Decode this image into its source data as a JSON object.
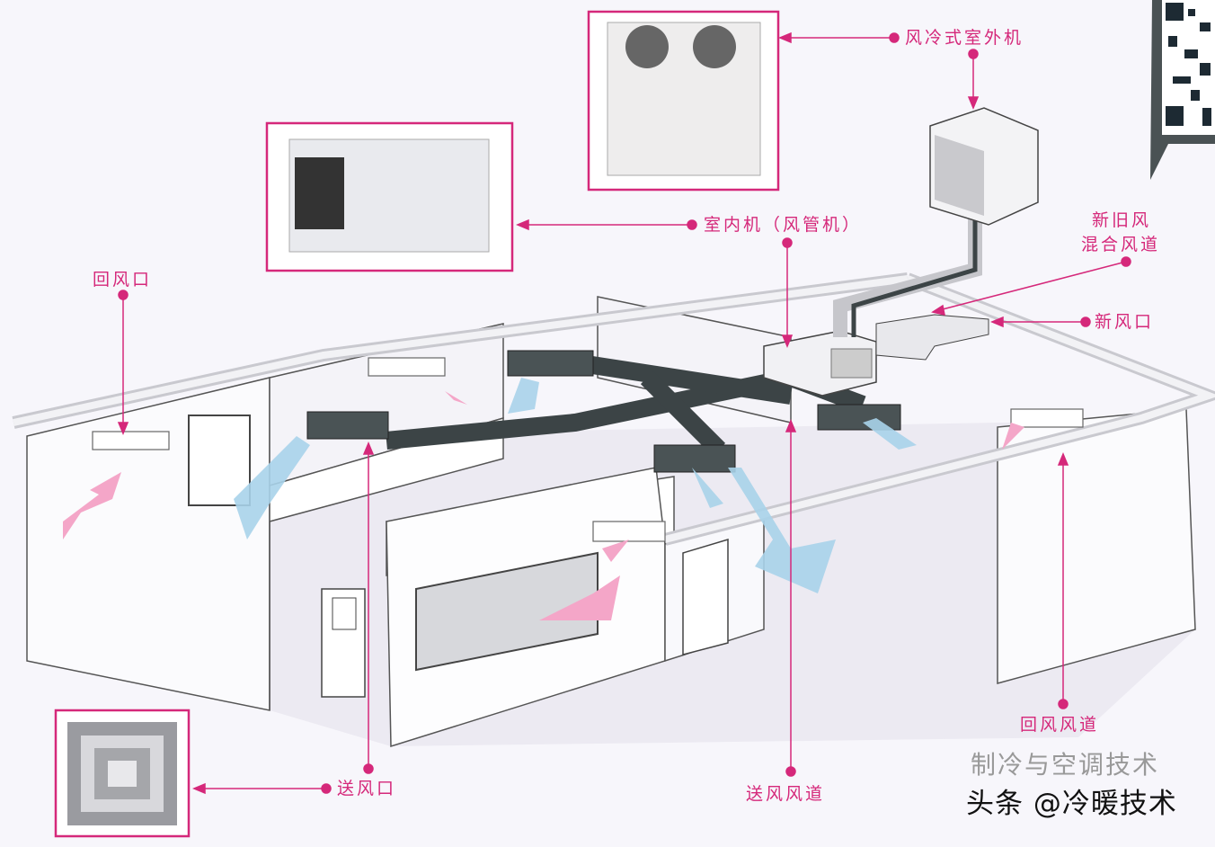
{
  "labels": {
    "outdoor_unit": "风冷式室外机",
    "indoor_unit": "室内机（风管机）",
    "mixing_duct_line1": "新旧风",
    "mixing_duct_line2": "混合风道",
    "fresh_air_inlet": "新风口",
    "return_air_inlet": "回风口",
    "supply_air_outlet": "送风口",
    "supply_air_duct": "送风风道",
    "return_air_duct": "回风风道"
  },
  "watermark": {
    "main": "头条 @冷暖技术",
    "secondary": "制冷与空调技术"
  },
  "colors": {
    "accent": "#d5287a",
    "duct": "#3c4446",
    "airflow_supply": "#a9d3ea",
    "airflow_return": "#f4a6c8"
  }
}
